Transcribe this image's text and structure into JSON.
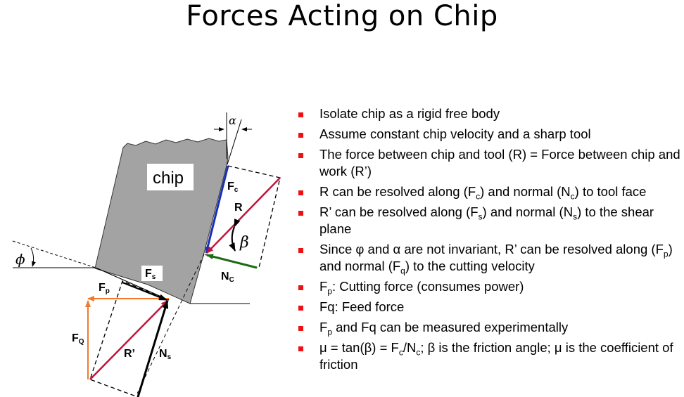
{
  "title": "Forces Acting on Chip",
  "colors": {
    "chip_fill": "#a3a3a3",
    "resultant": "#c0143c",
    "fc_arrow": "#1a2fb4",
    "nc_arrow": "#1e6b12",
    "fp_fq_arrow": "#f07a2a",
    "ns_arrow": "#000000",
    "bullet": "#ee1111"
  },
  "diagram": {
    "chip_label": "chip",
    "alpha_label": "α",
    "phi_label": "ϕ",
    "beta_label": "β",
    "fc": {
      "main": "F",
      "sub": "c"
    },
    "r": {
      "main": "R",
      "sub": ""
    },
    "nc": {
      "main": "N",
      "sub": "C"
    },
    "fs": {
      "main": "F",
      "sub": "s"
    },
    "fp": {
      "main": "F",
      "sub": "p"
    },
    "fq": {
      "main": "F",
      "sub": "Q"
    },
    "r_prime": {
      "main": "R’",
      "sub": ""
    },
    "ns": {
      "main": "N",
      "sub": "s"
    }
  },
  "bullets": [
    {
      "parts": [
        {
          "t": "Isolate chip as a rigid free body"
        }
      ]
    },
    {
      "parts": [
        {
          "t": "Assume constant chip velocity and a sharp tool"
        }
      ]
    },
    {
      "parts": [
        {
          "t": "The force between chip and tool (R) = Force between chip and work (R’)"
        }
      ]
    },
    {
      "parts": [
        {
          "t": "R can be resolved along (F"
        },
        {
          "s": "c"
        },
        {
          "t": ") and normal (N"
        },
        {
          "s": "c"
        },
        {
          "t": ") to tool face"
        }
      ]
    },
    {
      "parts": [
        {
          "t": "R’ can be resolved along (F"
        },
        {
          "s": "s"
        },
        {
          "t": ") and normal (N"
        },
        {
          "s": "s"
        },
        {
          "t": ") to the shear plane"
        }
      ]
    },
    {
      "parts": [
        {
          "t": "Since φ and α are not invariant, R’ can be resolved along (F"
        },
        {
          "s": "p"
        },
        {
          "t": ") and normal (F"
        },
        {
          "s": "q"
        },
        {
          "t": ")  to the cutting velocity"
        }
      ]
    },
    {
      "parts": [
        {
          "t": "F"
        },
        {
          "s": "p"
        },
        {
          "t": ": Cutting force (consumes power)"
        }
      ]
    },
    {
      "parts": [
        {
          "t": "Fq: Feed force"
        }
      ]
    },
    {
      "parts": [
        {
          "t": "F"
        },
        {
          "s": "p"
        },
        {
          "t": " and Fq can be measured experimentally"
        }
      ]
    },
    {
      "parts": [
        {
          "t": "μ = tan(β) = F"
        },
        {
          "s": "c"
        },
        {
          "t": "/N"
        },
        {
          "s": "c"
        },
        {
          "t": "; β is the friction angle; μ is the coefficient of friction"
        }
      ]
    }
  ]
}
